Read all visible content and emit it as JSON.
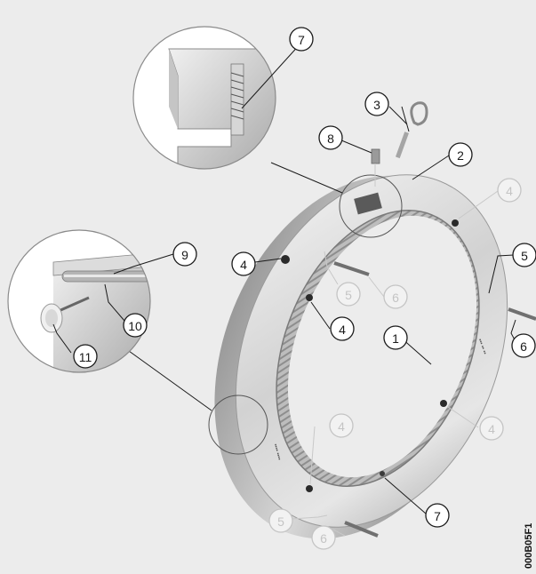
{
  "figure_code": "000B05F1",
  "callouts": {
    "c1": "1",
    "c2": "2",
    "c3": "3",
    "c4_left": "4",
    "c4_inner": "4",
    "c4_top_right": "4",
    "c4_right": "4",
    "c4_bottom": "4",
    "c5_right": "5",
    "c5_inner": "5",
    "c5_bottom": "5",
    "c6_right": "6",
    "c6_inner": "6",
    "c6_bottom": "6",
    "c7_top": "7",
    "c7_bottom": "7",
    "c8": "8",
    "c9": "9",
    "c10": "10",
    "c11": "11"
  },
  "colors": {
    "background": "#ececec",
    "steel_light": "#e9e9e9",
    "steel_mid": "#bdbdbd",
    "steel_dark": "#8a8a8a",
    "callout_active": "#1a1a1a",
    "callout_muted": "#c4c4c4"
  }
}
